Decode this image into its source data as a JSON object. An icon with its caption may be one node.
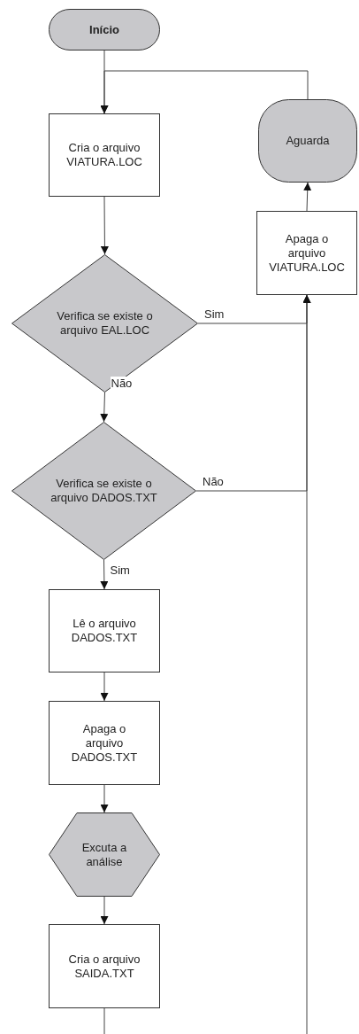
{
  "diagram": {
    "nodes": [
      {
        "text": [
          "Início"
        ]
      },
      {
        "text": [
          "Cria o arquivo VIATURA.LOC"
        ]
      },
      {
        "text": [
          "Verifica se existe o arquivo EAL.LOC"
        ]
      },
      {
        "text": [
          "Verifica se existe o arquivo DADOS.TXT"
        ]
      },
      {
        "text": [
          "Lê o arquivo DADOS.TXT"
        ]
      },
      {
        "text": [
          "Apaga o arquivo DADOS.TXT"
        ]
      },
      {
        "text": [
          "Excuta a análise"
        ]
      },
      {
        "text": [
          "Cria o arquivo SAIDA.TXT"
        ]
      },
      {
        "text": [
          "Apaga o arquivo VIATURA.LOC"
        ]
      },
      {
        "text": [
          "Aguarda"
        ]
      }
    ],
    "edges": [
      {
        "from": 0,
        "to": 1,
        "arrow": "to"
      },
      {
        "from": 1,
        "to": 2,
        "arrow": "to"
      },
      {
        "from": 2,
        "to": 3,
        "arrow": "to",
        "label": "Não"
      },
      {
        "from": 3,
        "to": 4,
        "arrow": "to",
        "label": "Sim"
      },
      {
        "from": 4,
        "to": 5,
        "arrow": "to"
      },
      {
        "from": 5,
        "to": 6,
        "arrow": "to"
      },
      {
        "from": 6,
        "to": 7,
        "arrow": "to"
      },
      {
        "from": 7,
        "to": null,
        "arrow": "none"
      },
      {
        "from": 2,
        "to": 8,
        "arrow": "to",
        "label": "Sim"
      },
      {
        "from": 3,
        "to": 8,
        "arrow": "to",
        "label": "Não"
      },
      {
        "from": null,
        "to": 8,
        "arrow": "to"
      },
      {
        "from": 8,
        "to": 9,
        "arrow": "to"
      },
      {
        "from": 9,
        "to": 1,
        "arrow": "to"
      }
    ]
  }
}
